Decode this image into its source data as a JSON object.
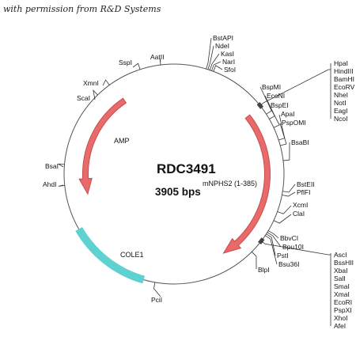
{
  "credit": "with permission from R&D Systems",
  "plasmid": {
    "name": "RDC3491",
    "size": "3905 bps"
  },
  "features": {
    "amp": "AMP",
    "insert": "mNPHS2 (1-385)",
    "cole1": "COLE1"
  },
  "colors": {
    "arrow": "#e96a6a",
    "arrow_stroke": "#c94c4c",
    "cole1": "#5fd1d1",
    "cole1_stroke": "#3aa8a8",
    "circle": "#555555"
  },
  "sites": {
    "bstapi": "BstAPI",
    "ndei": "NdeI",
    "kasi": "KasI",
    "nari": "NarI",
    "sfoi": "SfoI",
    "aatii": "AatII",
    "sspi": "SspI",
    "xmni": "XmnI",
    "scai": "ScaI",
    "bsai": "BsaI",
    "ahdi": "AhdI",
    "bspmi": "BspMI",
    "econi": "EcoNI",
    "bspei": "BspEI",
    "apai": "ApaI",
    "psphomi": "PspOMI",
    "bsabi": "BsaBI",
    "bsteii": "BstEII",
    "pflfi": "PflFI",
    "xcmi": "XcmI",
    "clai": "ClaI",
    "bbvci": "BbvCI",
    "bpu10i": "Bpu10I",
    "psti": "PstI",
    "bsu36i": "Bsu36I",
    "blpi": "BlpI",
    "pcii": "PciI"
  },
  "mcs1": [
    "HpaI",
    "HindIII",
    "BamHI",
    "EcoRV",
    "NheI",
    "NotI",
    "EagI",
    "NcoI"
  ],
  "mcs2": [
    "AscI",
    "BssHII",
    "XbaI",
    "SalI",
    "SmaI",
    "XmaI",
    "EcoRI",
    "PspXI",
    "XhoI",
    "AfeI"
  ]
}
